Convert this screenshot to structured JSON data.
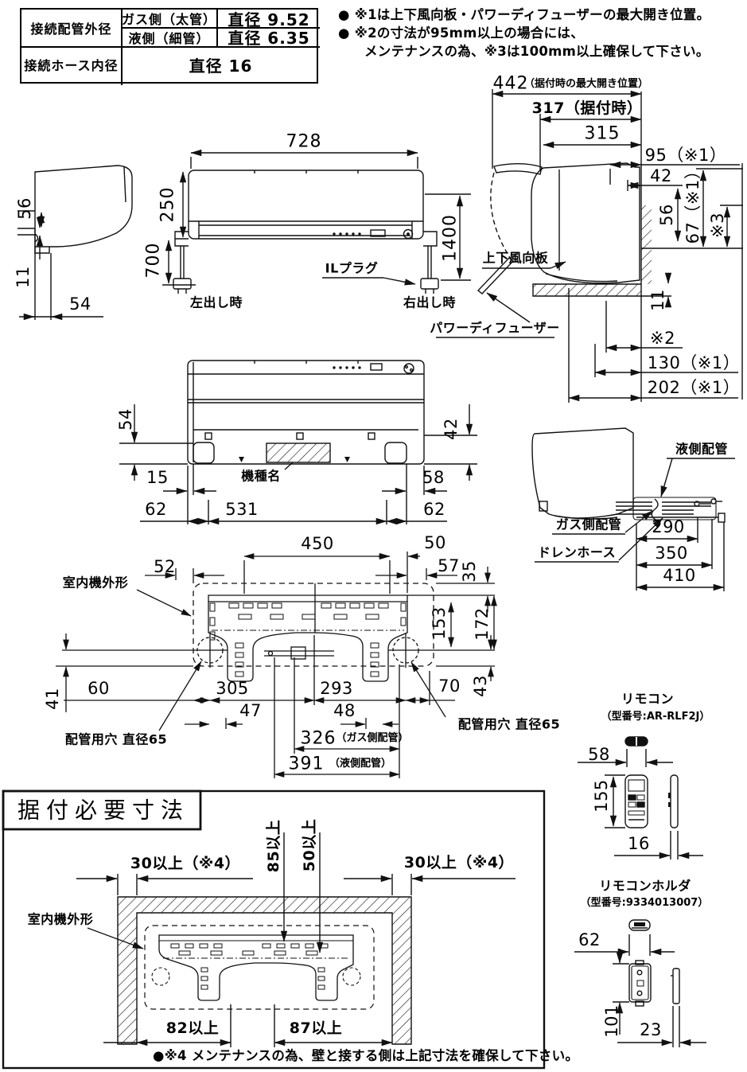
{
  "spec_table": {
    "row1_label": "接続配管外径",
    "gas_key": "ガス側（太管）",
    "gas_val": "直径 9.52",
    "liquid_key": "液側（細管）",
    "liquid_val": "直径 6.35",
    "hose_label": "接続ホース内径",
    "hose_val": "直径 16"
  },
  "notes": {
    "line1": "● ※1は上下風向板・パワーディフューザーの最大開き位置。",
    "line2": "● ※2の寸法が95mm以上の場合には、",
    "line3": "メンテナンスの為、※3は100mm以上確保して下さい。"
  },
  "left_profile": {
    "dim_56": "56",
    "dim_11": "11",
    "dim_54": "54"
  },
  "front_view": {
    "dim_728": "728",
    "dim_250": "250",
    "dim_700": "700",
    "dim_1400": "1400",
    "label_il_plug": "ILプラグ",
    "label_left_out": "左出し時",
    "label_right_out": "右出し時"
  },
  "right_profile": {
    "dim_442": "442",
    "dim_442_suffix": "（据付時の最大開き位置）",
    "dim_317": "317（据付時）",
    "dim_315": "315",
    "dim_95": "95（※1）",
    "dim_42": "42",
    "dim_56": "56",
    "dim_67": "67（※1）",
    "dim_s3": "※3",
    "dim_11": "11",
    "dim_s2": "※2",
    "dim_130": "130（※1）",
    "dim_202": "202（※1）",
    "label_louver": "上下風向板",
    "label_diffuser": "パワーディフューザー"
  },
  "bottom_view": {
    "dim_54": "54",
    "dim_42": "42",
    "dim_15": "15",
    "dim_58": "58",
    "dim_62_left": "62",
    "dim_531": "531",
    "dim_62_right": "62",
    "label_model": "機種名"
  },
  "pipe_view": {
    "label_liquid": "液側配管",
    "label_gas": "ガス側配管",
    "label_drain": "ドレンホース",
    "dim_290": "290",
    "dim_350": "350",
    "dim_410": "410"
  },
  "plate_view": {
    "dim_450": "450",
    "dim_50": "50",
    "dim_52": "52",
    "dim_57": "57",
    "dim_35": "35",
    "dim_153": "153",
    "dim_172": "172",
    "dim_41": "41",
    "dim_60": "60",
    "dim_305": "305",
    "dim_293": "293",
    "dim_70": "70",
    "dim_43": "43",
    "dim_47": "47",
    "dim_48": "48",
    "dim_326": "326",
    "dim_326_suffix": "（ガス側配管）",
    "dim_391": "391",
    "dim_391_suffix": "（液側配管）",
    "label_outline": "室内機外形",
    "label_hole_left": "配管用穴 直径65",
    "label_hole_right": "配管用穴 直径65"
  },
  "install_view": {
    "title": "据付必要寸法",
    "dim_30_left": "30以上（※4）",
    "dim_30_right": "30以上（※4）",
    "dim_85": "85以上",
    "dim_50": "50以上",
    "dim_82": "82以上",
    "dim_87": "87以上",
    "label_outline": "室内機外形",
    "note": "●※4 メンテナンスの為、壁と接する側は上記寸法を確保して下さい。"
  },
  "remote": {
    "title": "リモコン",
    "model": "（型番号:AR-RLF2J）",
    "dim_58": "58",
    "dim_155": "155",
    "dim_16": "16"
  },
  "holder": {
    "title": "リモコンホルダ",
    "model": "（型番号:9334013007）",
    "dim_62": "62",
    "dim_101": "101",
    "dim_23": "23"
  }
}
